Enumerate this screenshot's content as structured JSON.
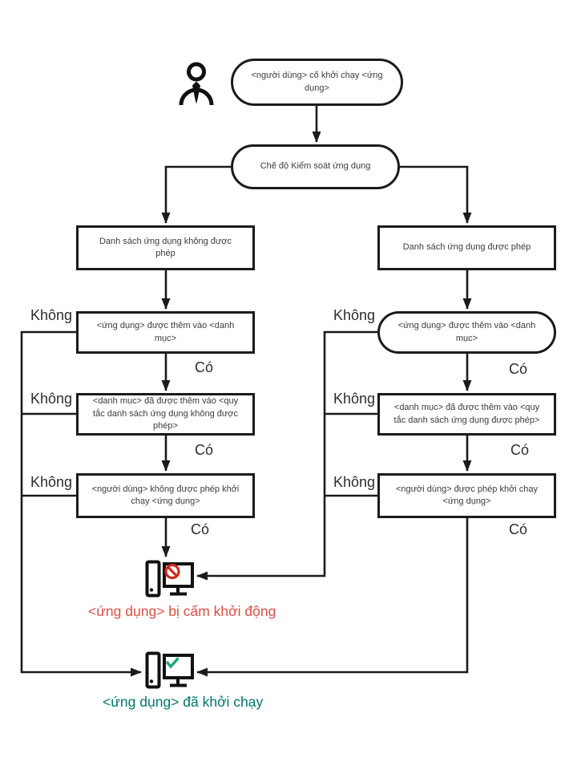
{
  "colors": {
    "line": "#1b1b1b",
    "box_text": "#3b3b3b",
    "blocked_text": "#d85045",
    "started_text": "#00756a",
    "ban_sign": "#d02b20",
    "check_mark": "#23a181"
  },
  "nodes": {
    "start": "<người dùng> cố khởi chạy <ứng dụng>",
    "mode": "Chế độ Kiểm soát ứng dụng",
    "denylist": "Danh sách ứng dụng không được phép",
    "allowlist": "Danh sách ứng dụng được phép",
    "deny_added": "<ứng dụng> được thêm vào <danh mục>",
    "allow_added": "<ứng dụng> được thêm vào <danh mục>",
    "deny_rule": "<danh mục> đã được thêm vào <quy tắc danh sách ứng dụng không được phép>",
    "allow_rule": "<danh mục> đã được thêm vào <quy tắc danh sách ứng dụng được phép>",
    "deny_user": "<người dùng> không được phép khởi chạy <ứng dụng>",
    "allow_user": "<người dùng> được phép khởi chạy <ứng dụng>"
  },
  "labels": {
    "no": "Không",
    "yes": "Có"
  },
  "outcomes": {
    "blocked": "<ứng dụng> bị cấm khởi động",
    "started": "<ứng dụng> đã khởi chạy"
  },
  "icons": {
    "user": "user-icon",
    "blocked_computer": "computer-blocked-icon",
    "started_computer": "computer-started-icon"
  }
}
